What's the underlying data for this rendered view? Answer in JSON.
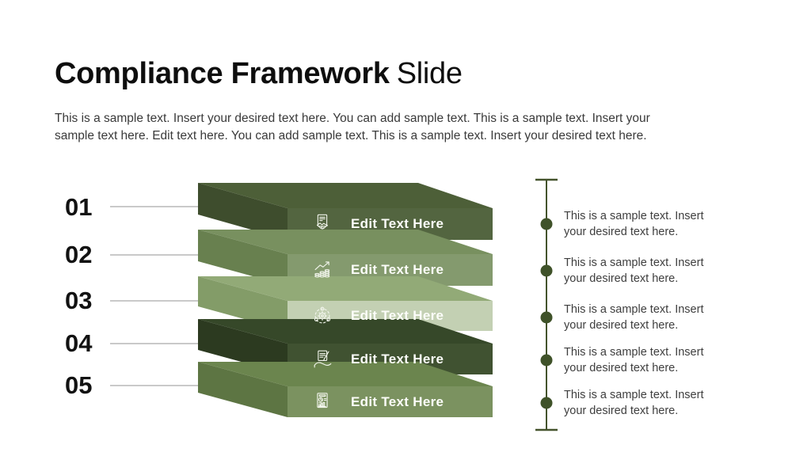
{
  "title": {
    "bold": "Compliance Framework",
    "light": "Slide"
  },
  "subtitle": {
    "line1": "This is a sample text. Insert your desired text here. You can add sample text. This is a sample text. Insert your",
    "line2": "sample text here. Edit text here. You can add sample text. This is a sample text. Insert your desired text here."
  },
  "connector_color": "#a9a9a9",
  "layers": [
    {
      "number": "01",
      "label": "Edit Text Here",
      "icon": "contract-handshake-icon",
      "colors": {
        "top": "#4d5f38",
        "side": "#3e4d2d",
        "bar": "#536540"
      }
    },
    {
      "number": "02",
      "label": "Edit Text Here",
      "icon": "financial-growth-icon",
      "colors": {
        "top": "#78905f",
        "side": "#68804f",
        "bar": "#849a6e"
      }
    },
    {
      "number": "03",
      "label": "Edit Text Here",
      "icon": "process-gear-icon",
      "colors": {
        "top": "#92aa77",
        "side": "#839c68",
        "bar": "#c3d0b3"
      }
    },
    {
      "number": "04",
      "label": "Edit Text Here",
      "icon": "contract-signing-icon",
      "colors": {
        "top": "#364829",
        "side": "#2c3a20",
        "bar": "#405231"
      }
    },
    {
      "number": "05",
      "label": "Edit Text Here",
      "icon": "report-chart-icon",
      "colors": {
        "top": "#6b854e",
        "side": "#5d7543",
        "bar": "#7b9260"
      }
    }
  ],
  "timeline": {
    "line_color": "#44532c",
    "dot_color": "#3f5229",
    "items": [
      {
        "line1": "This is a sample text. Insert",
        "line2": "your desired text here."
      },
      {
        "line1": "This is a sample text. Insert",
        "line2": "your desired text here."
      },
      {
        "line1": "This is a sample text. Insert",
        "line2": "your desired text here."
      },
      {
        "line1": "This is a sample text. Insert",
        "line2": "your desired text here."
      },
      {
        "line1": "This is a sample text. Insert",
        "line2": "your desired text here."
      }
    ]
  }
}
